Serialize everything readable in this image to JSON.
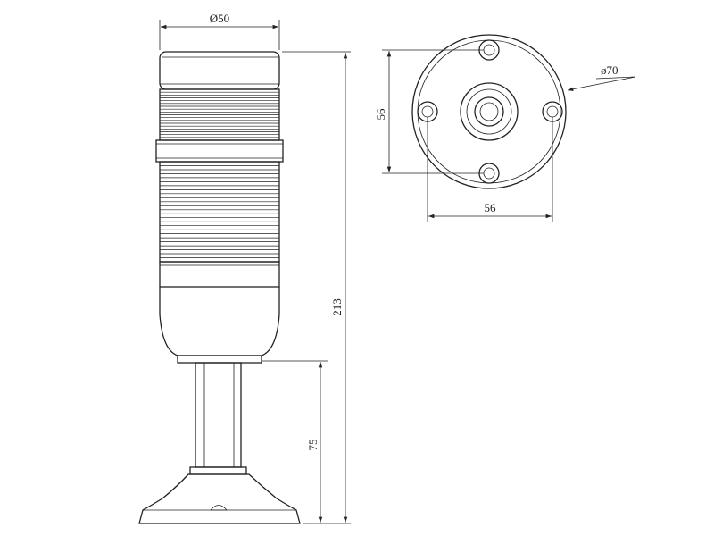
{
  "dimensions": {
    "body_diameter": "Ø50",
    "total_height": "213",
    "pole_height": "75",
    "mount_diameter": "ø70",
    "hole_spacing_vertical": "56",
    "hole_spacing_horizontal": "56"
  },
  "colors": {
    "line": "#222222",
    "background": "#ffffff"
  },
  "ribs": {
    "upper_count": 17,
    "lower_count": 24
  }
}
